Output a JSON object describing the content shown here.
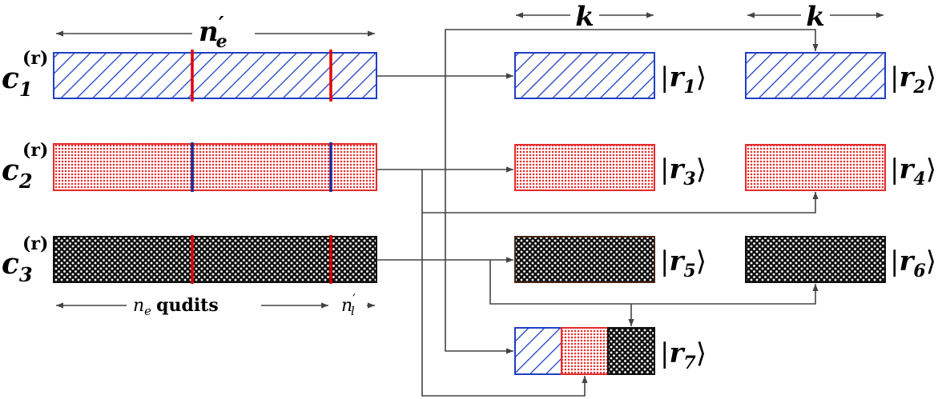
{
  "codeword_labels": [
    {
      "base": "c",
      "sub": "1",
      "sup": "(r)"
    },
    {
      "base": "c",
      "sub": "2",
      "sup": "(r)"
    },
    {
      "base": "c",
      "sub": "3",
      "sup": "(r)"
    }
  ],
  "top_dimension": {
    "base": "n",
    "sub": "e",
    "prime": "′"
  },
  "block_width_label": "k",
  "bottom_dimension": {
    "ne_base": "n",
    "ne_sub": "e",
    "qudits": "qudits",
    "nl_base": "n",
    "nl_sub": "l",
    "prime": "′"
  },
  "ket_labels": [
    {
      "open": "|",
      "base": "r",
      "sub": "1",
      "close": "⟩"
    },
    {
      "open": "|",
      "base": "r",
      "sub": "2",
      "close": "⟩"
    },
    {
      "open": "|",
      "base": "r",
      "sub": "3",
      "close": "⟩"
    },
    {
      "open": "|",
      "base": "r",
      "sub": "4",
      "close": "⟩"
    },
    {
      "open": "|",
      "base": "r",
      "sub": "5",
      "close": "⟩"
    },
    {
      "open": "|",
      "base": "r",
      "sub": "6",
      "close": "⟩"
    },
    {
      "open": "|",
      "base": "r",
      "sub": "7",
      "close": "⟩"
    }
  ],
  "colors": {
    "blue": "#1f3fc4",
    "red": "#e52b2b",
    "black": "#111111",
    "divider_red": "#e00000",
    "divider_blue": "#1a2a9c",
    "wire": "#444444"
  }
}
